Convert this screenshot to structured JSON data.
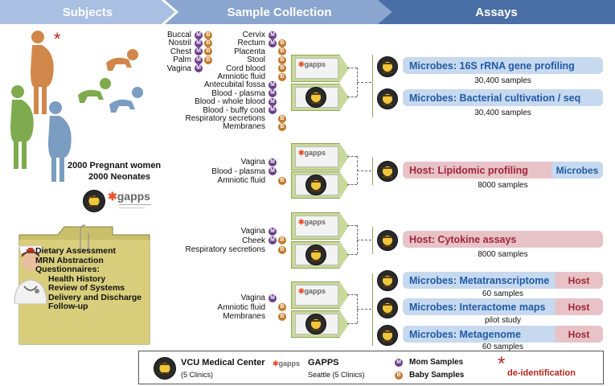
{
  "header": {
    "subjects": "Subjects",
    "collection": "Sample Collection",
    "assays": "Assays"
  },
  "subjects": {
    "women": "2000 Pregnant women",
    "neonates": "2000 Neonates",
    "asterisk": "*"
  },
  "folder": {
    "lines": [
      "Dietary Assessment",
      "MRN Abstraction",
      "Questionnaires:",
      "Health History",
      "Review of Systems",
      "Delivery and Discharge",
      "Follow-up"
    ]
  },
  "gapps_word": "gapps",
  "badges": {
    "mom": "M",
    "baby": "B"
  },
  "groups": {
    "g1_left": [
      {
        "label": "Buccal",
        "m": true,
        "b": true
      },
      {
        "label": "Nostril",
        "m": true,
        "b": true
      },
      {
        "label": "Chest",
        "m": true,
        "b": true
      },
      {
        "label": "Palm",
        "m": true,
        "b": true
      },
      {
        "label": "Vagina",
        "m": true,
        "b": false
      }
    ],
    "g1_right": [
      {
        "label": "Cervix",
        "m": true,
        "b": false
      },
      {
        "label": "Rectum",
        "m": true,
        "b": true
      },
      {
        "label": "Placenta",
        "m": false,
        "b": true
      },
      {
        "label": "Stool",
        "m": false,
        "b": true
      },
      {
        "label": "Cord blood",
        "m": false,
        "b": true
      },
      {
        "label": "Amniotic fluid",
        "m": false,
        "b": true
      },
      {
        "label": "Antecubital fossa",
        "m": true,
        "b": false
      },
      {
        "label": "Blood - plasma",
        "m": true,
        "b": false
      },
      {
        "label": "Blood - whole blood",
        "m": true,
        "b": false
      },
      {
        "label": "Blood - buffy coat",
        "m": true,
        "b": false
      },
      {
        "label": "Respiratory secretions",
        "m": false,
        "b": true
      },
      {
        "label": "Membranes",
        "m": false,
        "b": true
      }
    ],
    "g2": [
      {
        "label": "Vagina",
        "m": true,
        "b": false
      },
      {
        "label": "Blood - plasma",
        "m": true,
        "b": false
      },
      {
        "label": "Amniotic fluid",
        "m": false,
        "b": true
      }
    ],
    "g3": [
      {
        "label": "Vagina",
        "m": true,
        "b": false
      },
      {
        "label": "Cheek",
        "m": true,
        "b": true
      },
      {
        "label": "Respiratory secretions",
        "m": false,
        "b": true
      }
    ],
    "g4": [
      {
        "label": "Vagina",
        "m": true,
        "b": false
      },
      {
        "label": "Amniotic fluid",
        "m": false,
        "b": true
      },
      {
        "label": "Membranes",
        "m": false,
        "b": true
      }
    ]
  },
  "assays": {
    "a1": {
      "label": "Microbes: 16S rRNA gene profiling",
      "count": "30,400 samples"
    },
    "a2": {
      "label": "Microbes: Bacterial cultivation / seq",
      "count": "30,400 samples"
    },
    "a3": {
      "label": "Host: Lipidomic profiling",
      "tag": "Microbes",
      "count": "8000 samples"
    },
    "a4": {
      "label": "Host: Cytokine assays",
      "count": "8000 samples"
    },
    "a5": {
      "label": "Microbes: Metatranscriptome",
      "tag": "Host",
      "count": "60 samples"
    },
    "a6": {
      "label": "Microbes: Interactome maps",
      "tag": "Host",
      "count": "pilot study"
    },
    "a7": {
      "label": "Microbes: Metagenome",
      "tag": "Host",
      "count": "60 samples"
    }
  },
  "legend": {
    "vcu": "VCU Medical Center",
    "vcu_sub": "(5 Clinics)",
    "gapps": "GAPPS",
    "gapps_sub": "Seattle (5 Clinics)",
    "mom": "Mom Samples",
    "baby": "Baby Samples",
    "deid": "de-identification",
    "asterisk": "*"
  },
  "colors": {
    "mom": "#6a3d8a",
    "baby": "#c27a2c",
    "blue_text": "#1f5aa5",
    "red_text": "#a0243a",
    "deid": "#b3261e"
  }
}
